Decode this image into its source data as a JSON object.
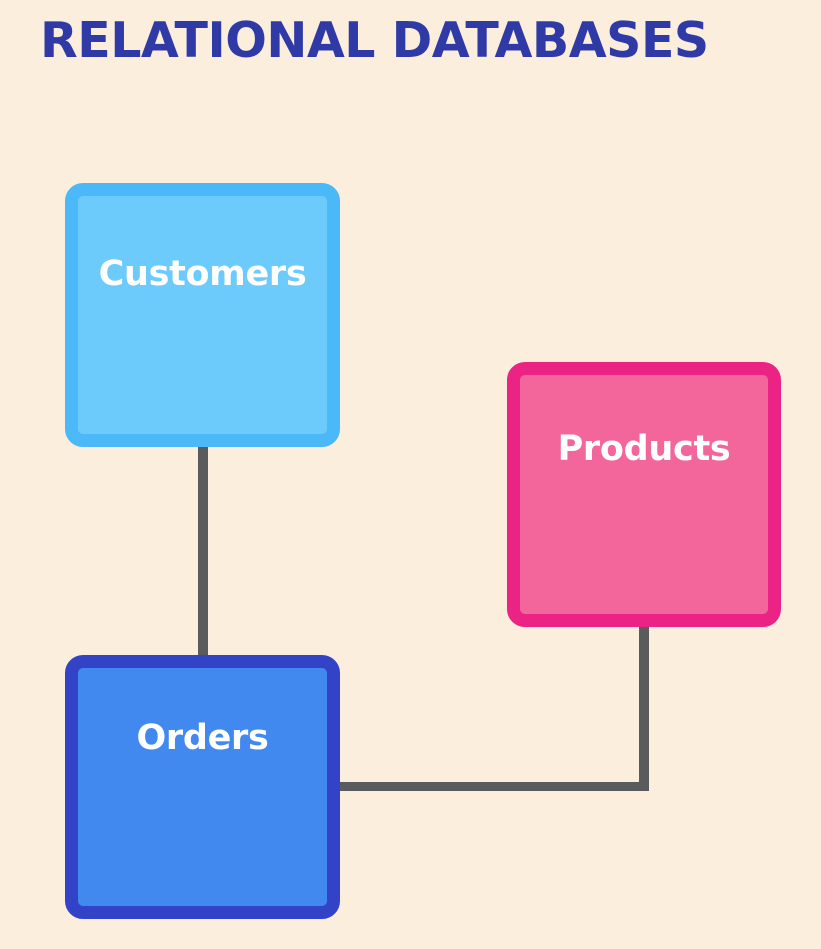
{
  "title": "RELATIONAL DATABASES",
  "tables": [
    {
      "id": "customers",
      "label": "Customers",
      "fill": "#6ccbfb",
      "border": "#4bb8f8"
    },
    {
      "id": "products",
      "label": "Products",
      "fill": "#f2669b",
      "border": "#ea2384"
    },
    {
      "id": "orders",
      "label": "Orders",
      "fill": "#4289ef",
      "border": "#3343c8"
    }
  ],
  "relationships": [
    {
      "from": "Customers",
      "to": "Orders"
    },
    {
      "from": "Orders",
      "to": "Products"
    }
  ],
  "colors": {
    "background": "#fbeedd",
    "title": "#2f3aa6",
    "connector": "#5a5b5d"
  }
}
